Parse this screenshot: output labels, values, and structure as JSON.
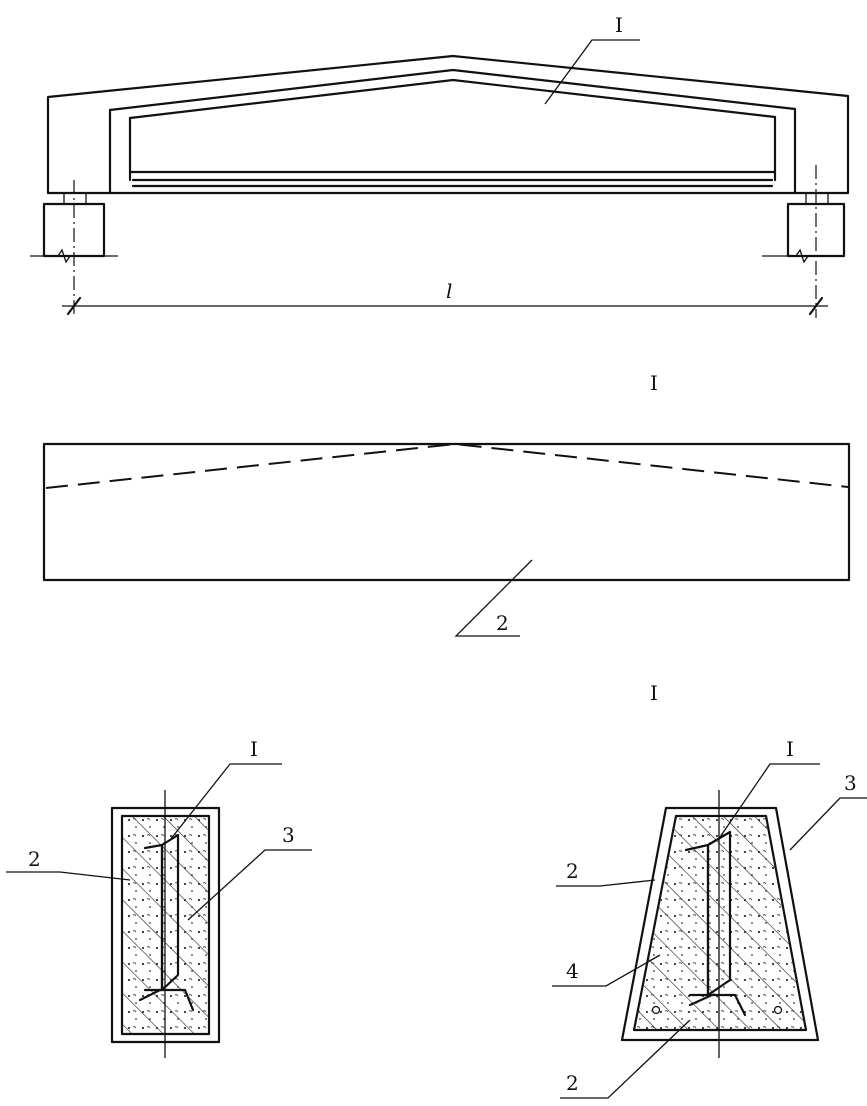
{
  "frame_elevation": {
    "callout_top": "I",
    "span_label": "l"
  },
  "beam_view": {
    "section_marker": "I",
    "callout_bottom": "2"
  },
  "sections": {
    "section_marker": "I",
    "left": {
      "callout_1": "I",
      "callout_2": "2",
      "callout_3": "3"
    },
    "right": {
      "callout_1": "I",
      "callout_2": "2",
      "callout_3": "3",
      "callout_4": "4",
      "callout_5": "2"
    }
  }
}
